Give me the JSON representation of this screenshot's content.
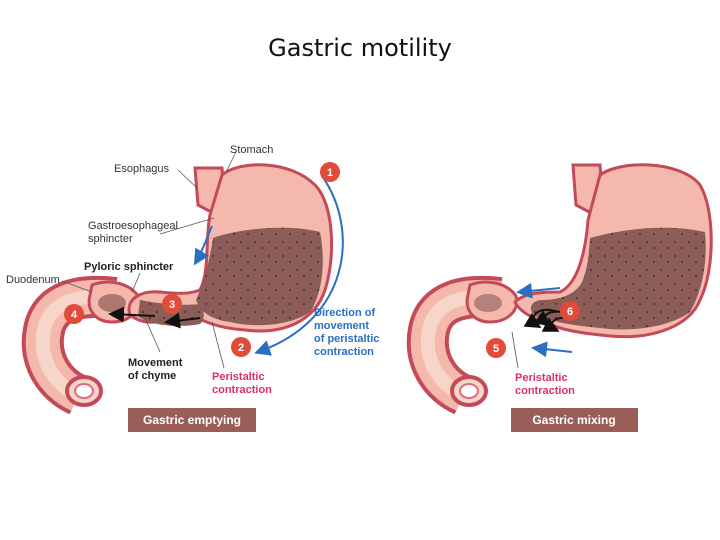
{
  "title": "Gastric motility",
  "labels": {
    "stomach": "Stomach",
    "esophagus": "Esophagus",
    "ge_sphincter_1": "Gastroesophageal",
    "ge_sphincter_2": "sphincter",
    "pyloric": "Pyloric sphincter",
    "duodenum": "Duodenum",
    "chyme_1": "Movement",
    "chyme_2": "of chyme",
    "peristaltic_1": "Peristaltic",
    "peristaltic_2": "contraction",
    "direction_1": "Direction of",
    "direction_2": "movement",
    "direction_3": "of peristaltic",
    "direction_4": "contraction",
    "peristaltic_r_1": "Peristaltic",
    "peristaltic_r_2": "contraction"
  },
  "steps": [
    "1",
    "2",
    "3",
    "4",
    "5",
    "6"
  ],
  "captions": {
    "left": "Gastric emptying",
    "right": "Gastric mixing"
  },
  "colors": {
    "wall": "#f4b8ac",
    "lining": "#e46a7b",
    "chyme": "#8b5c58",
    "badge": "#e24a3a",
    "arrow_blue": "#2a6fc2",
    "caption_bg": "#9a5d57"
  }
}
